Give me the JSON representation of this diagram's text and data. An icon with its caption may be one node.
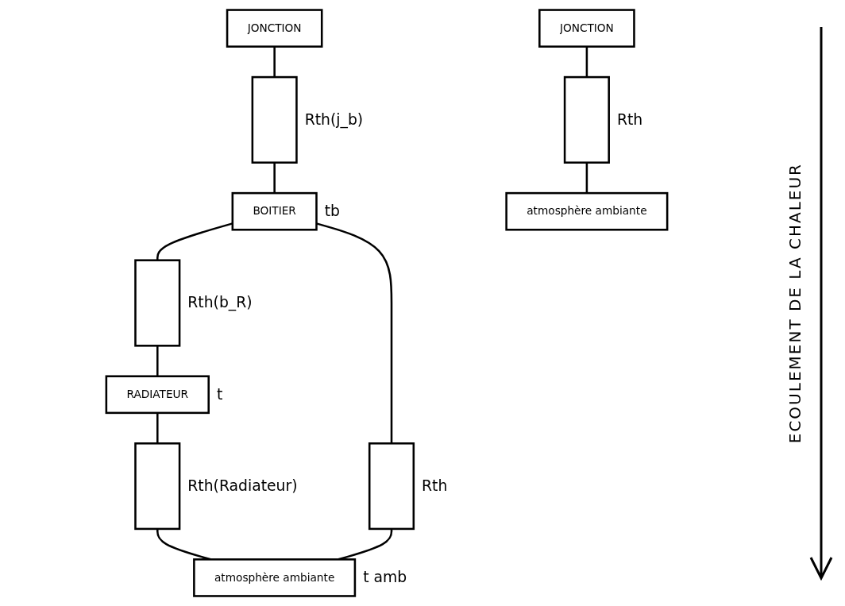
{
  "diagram": {
    "nodes": [
      {
        "text": [
          "JONCTION"
        ]
      },
      {
        "text": [],
        "shape": "box",
        "beside": [
          "Rth(j_b)"
        ]
      },
      {
        "text": [
          "BOITIER"
        ],
        "beside": [
          "tb"
        ]
      },
      {
        "text": [],
        "shape": "box",
        "beside": [
          "Rth(b_R)"
        ]
      },
      {
        "text": [
          "RADIATEUR"
        ],
        "beside": [
          "t"
        ]
      },
      {
        "text": [],
        "shape": "box",
        "beside": [
          "Rth(Radiateur)"
        ]
      },
      {
        "text": [
          "atmosphère ambiante"
        ],
        "beside": [
          "t amb"
        ]
      },
      {
        "text": [],
        "shape": "box",
        "beside": [
          "Rth"
        ]
      },
      {
        "text": [
          "JONCTION"
        ]
      },
      {
        "text": [],
        "shape": "box",
        "beside": [
          "Rth"
        ]
      },
      {
        "text": [
          "atmosphère ambiante"
        ]
      }
    ],
    "edges": [
      {
        "from": 0,
        "to": 1,
        "arrow": "none"
      },
      {
        "from": 1,
        "to": 2,
        "arrow": "none"
      },
      {
        "from": 2,
        "to": 3,
        "arrow": "none"
      },
      {
        "from": 3,
        "to": 4,
        "arrow": "none"
      },
      {
        "from": 4,
        "to": 5,
        "arrow": "none"
      },
      {
        "from": 5,
        "to": 6,
        "arrow": "none"
      },
      {
        "from": 2,
        "to": 7,
        "arrow": "none"
      },
      {
        "from": 7,
        "to": 6,
        "arrow": "none"
      },
      {
        "from": 8,
        "to": 9,
        "arrow": "none"
      },
      {
        "from": 9,
        "to": 10,
        "arrow": "none"
      }
    ],
    "labels": [
      "ECOULEMENT DE LA CHALEUR"
    ]
  }
}
